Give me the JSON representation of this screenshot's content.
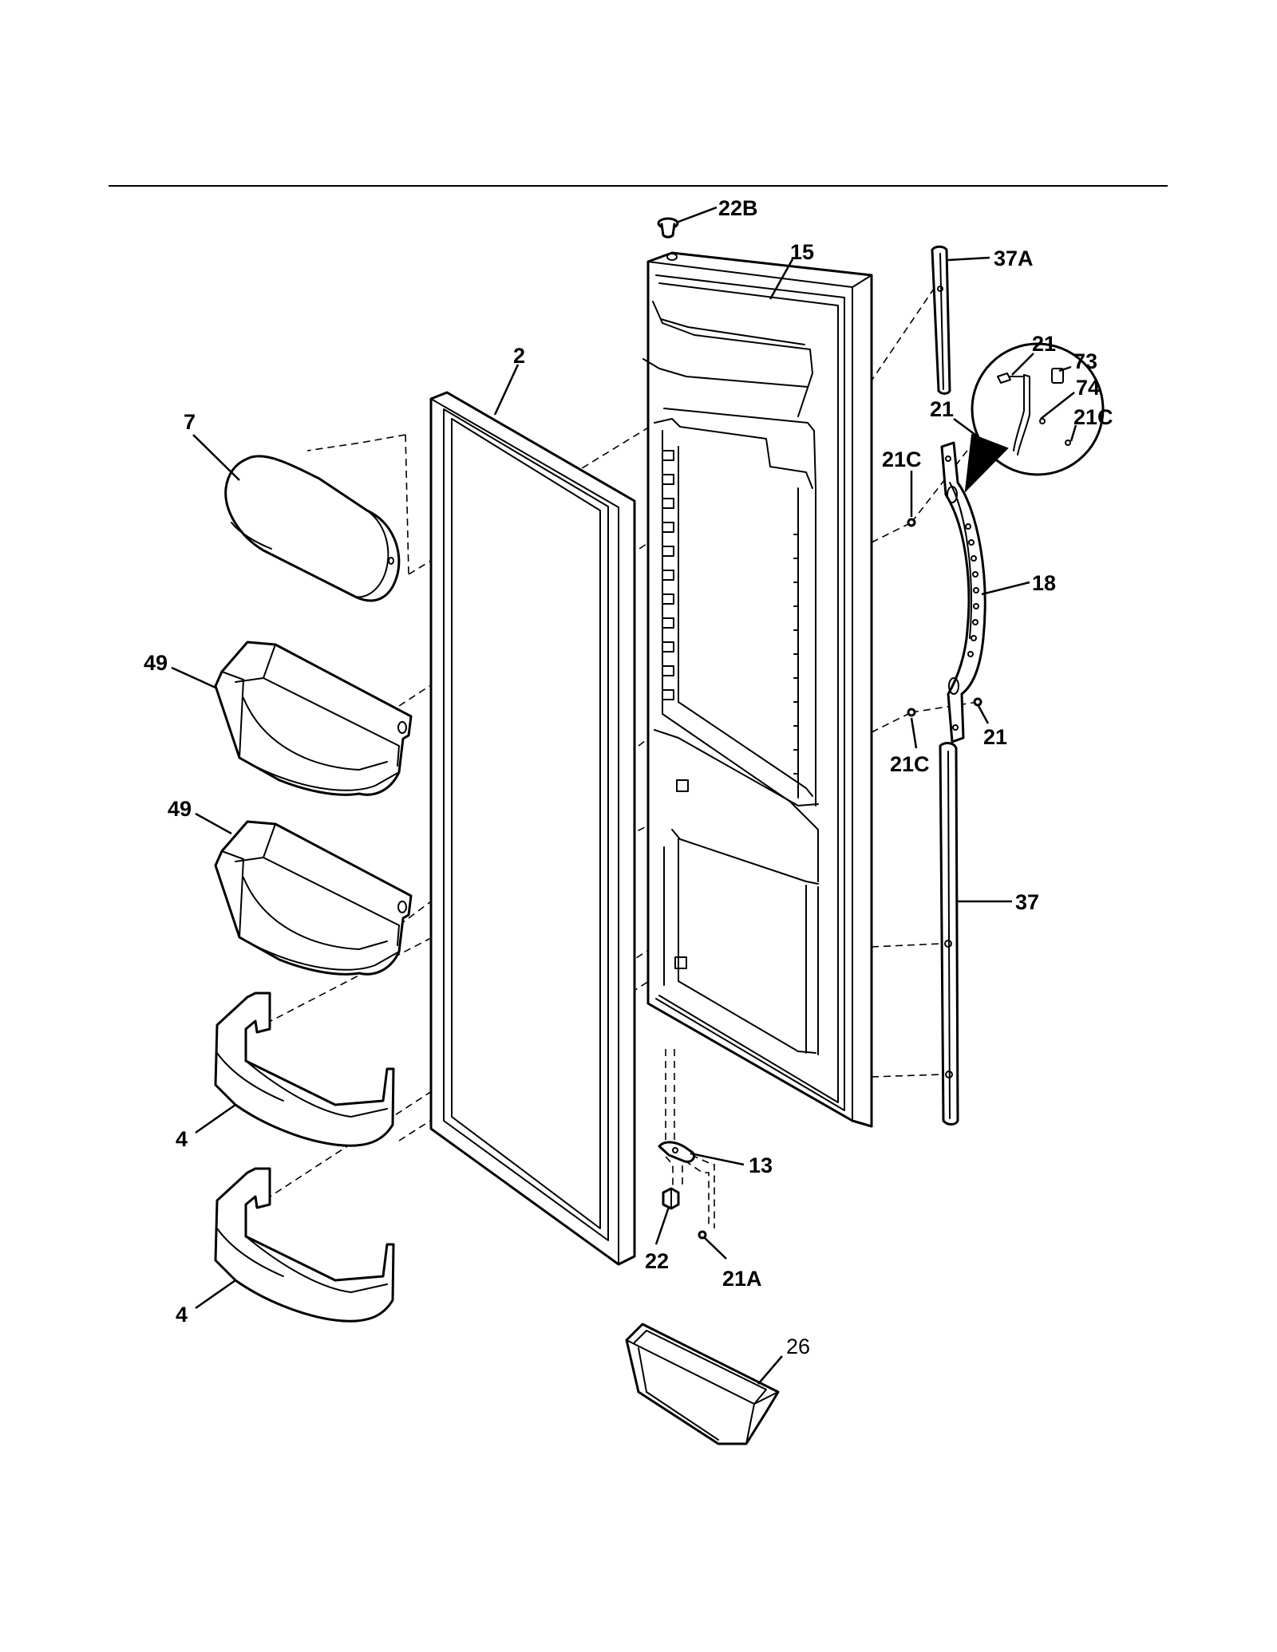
{
  "labels": {
    "p22B": "22B",
    "p15": "15",
    "p37A": "37A",
    "p2": "2",
    "p7": "7",
    "p21_detail": "21",
    "p73": "73",
    "p74": "74",
    "p21C_detail": "21C",
    "p21_top": "21",
    "p21C_top": "21C",
    "p18": "18",
    "p49_upper": "49",
    "p21_bottom": "21",
    "p21C_bottom": "21C",
    "p49_lower": "49",
    "p37": "37",
    "p4_upper": "4",
    "p13": "13",
    "p22": "22",
    "p21A": "21A",
    "p4_lower": "4",
    "p26": "26"
  },
  "icons": {
    "door_liner": "refrigerator-door-liner-icon",
    "gasket": "door-gasket-icon",
    "dairy_bin": "dairy-compartment-icon",
    "door_bin": "door-shelf-bin-icon",
    "handle": "door-handle-icon",
    "trim": "handle-trim-icon",
    "hinge": "door-hinge-icon",
    "crisper": "ice-bin-tray-icon"
  },
  "colors": {
    "line": "#000000",
    "background": "#ffffff"
  }
}
